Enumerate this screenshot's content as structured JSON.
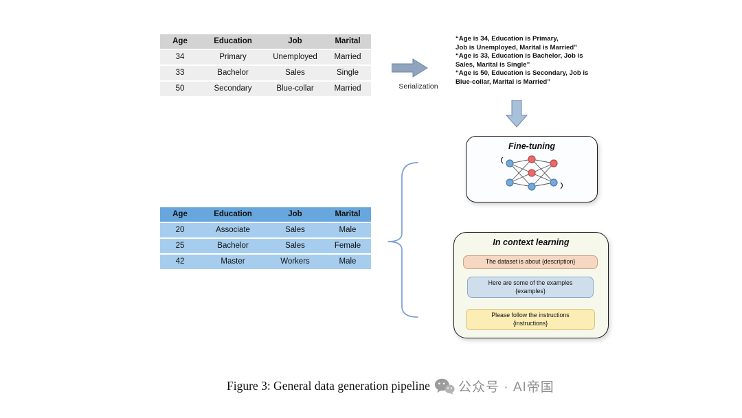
{
  "source_table": {
    "headers": [
      "Age",
      "Education",
      "Job",
      "Marital"
    ],
    "rows": [
      [
        "34",
        "Primary",
        "Unemployed",
        "Married"
      ],
      [
        "33",
        "Bachelor",
        "Sales",
        "Single"
      ],
      [
        "50",
        "Secondary",
        "Blue-collar",
        "Married"
      ]
    ]
  },
  "serialization": {
    "label": "Serialization",
    "lines": [
      "“Age is 34, Education is Primary,",
      "Job is Unemployed, Marital is Married”",
      "“Age is 33, Education is Bachelor, Job is",
      "Sales, Marital is Single”",
      "“Age is 50, Education is Secondary, Job is",
      "Blue-collar, Marital is Married”"
    ]
  },
  "fine_tuning": {
    "title": "Fine-tuning",
    "icon": "neural-network-icon"
  },
  "target_table": {
    "headers": [
      "Age",
      "Education",
      "Job",
      "Marital"
    ],
    "rows": [
      [
        "20",
        "Associate",
        "Sales",
        "Male"
      ],
      [
        "25",
        "Bachelor",
        "Sales",
        "Female"
      ],
      [
        "42",
        "Master",
        "Workers",
        "Male"
      ]
    ]
  },
  "in_context": {
    "title": "In context learning",
    "box1": {
      "text": "The dataset is about {description}"
    },
    "box2": {
      "line1": "Here are some of the examples",
      "line2": "{examples}"
    },
    "box3": {
      "line1": "Please follow the instructions",
      "line2": "{instructions}"
    }
  },
  "figure": {
    "caption": "Figure 3: General data generation pipeline",
    "watermark": "公众号 · AI帝国"
  },
  "colors": {
    "table_gray_header": "#d3d3d3",
    "table_gray_body": "#eeeeee",
    "table_blue_header": "#67a7dd",
    "table_blue_body": "#a6cdee",
    "arrow_blue_gray": "#90a4bd",
    "brace_blue": "#7b9fd4",
    "icl_background": "#f6f8ec",
    "pill_peach": "#f6d7c2",
    "pill_blue": "#cfdeec",
    "pill_yellow": "#fcedb5",
    "node_red": "#e86a6a",
    "node_blue": "#74a9d8"
  }
}
